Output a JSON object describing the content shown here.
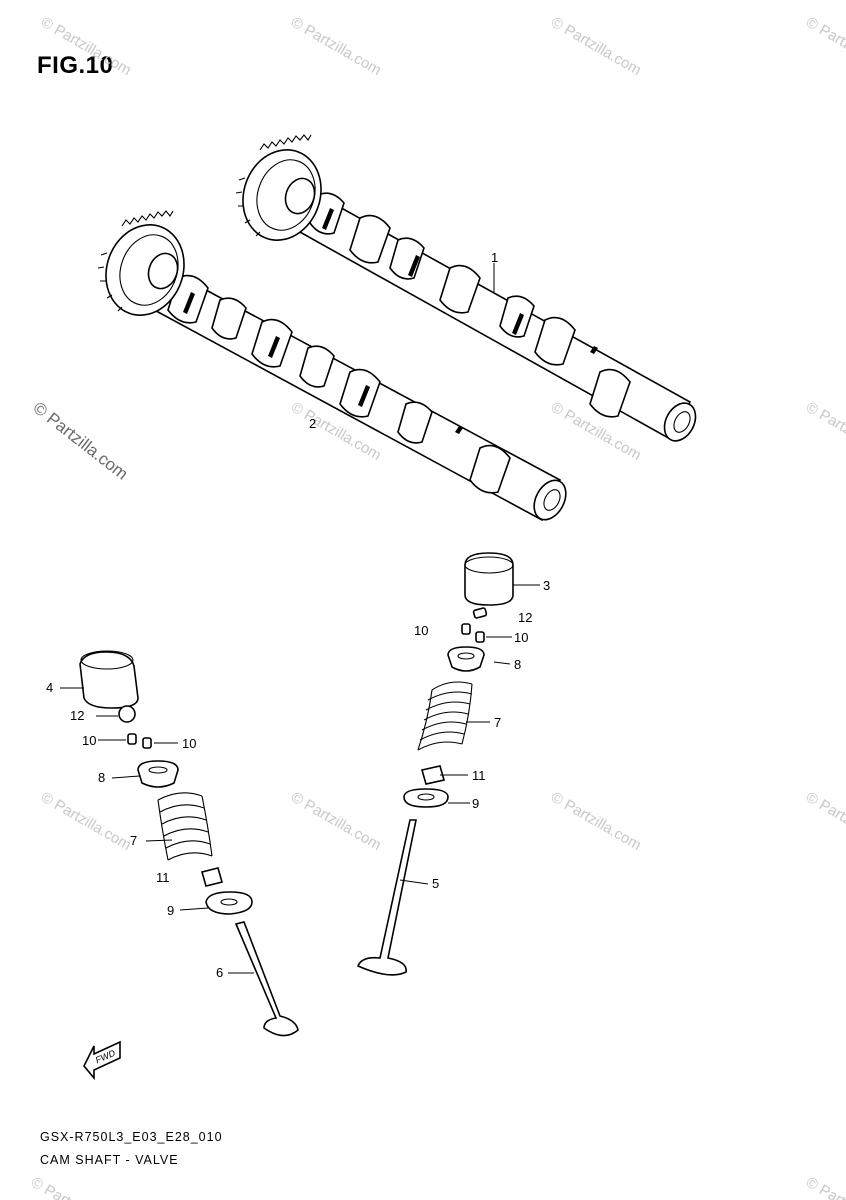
{
  "figure": {
    "title": "FIG.10",
    "model_code": "GSX-R750L3_E03_E28_010",
    "section_name": "CAM SHAFT - VALVE"
  },
  "watermark": {
    "text": "© Partzilla.com",
    "prominent_text": "© Partzilla.com"
  },
  "callouts": [
    {
      "id": "c1",
      "label": "1"
    },
    {
      "id": "c2",
      "label": "2"
    },
    {
      "id": "c3",
      "label": "3"
    },
    {
      "id": "c4",
      "label": "4"
    },
    {
      "id": "c5",
      "label": "5"
    },
    {
      "id": "c6",
      "label": "6"
    },
    {
      "id": "c7a",
      "label": "7"
    },
    {
      "id": "c7b",
      "label": "7"
    },
    {
      "id": "c8a",
      "label": "8"
    },
    {
      "id": "c8b",
      "label": "8"
    },
    {
      "id": "c9a",
      "label": "9"
    },
    {
      "id": "c9b",
      "label": "9"
    },
    {
      "id": "c10a",
      "label": "10"
    },
    {
      "id": "c10b",
      "label": "10"
    },
    {
      "id": "c10c",
      "label": "10"
    },
    {
      "id": "c10d",
      "label": "10"
    },
    {
      "id": "c11a",
      "label": "11"
    },
    {
      "id": "c11b",
      "label": "11"
    },
    {
      "id": "c12a",
      "label": "12"
    },
    {
      "id": "c12b",
      "label": "12"
    }
  ],
  "fwd_arrow": {
    "label": "FWD"
  },
  "colors": {
    "ink": "#000000",
    "watermark": "#c8c8c8",
    "background": "#ffffff"
  }
}
